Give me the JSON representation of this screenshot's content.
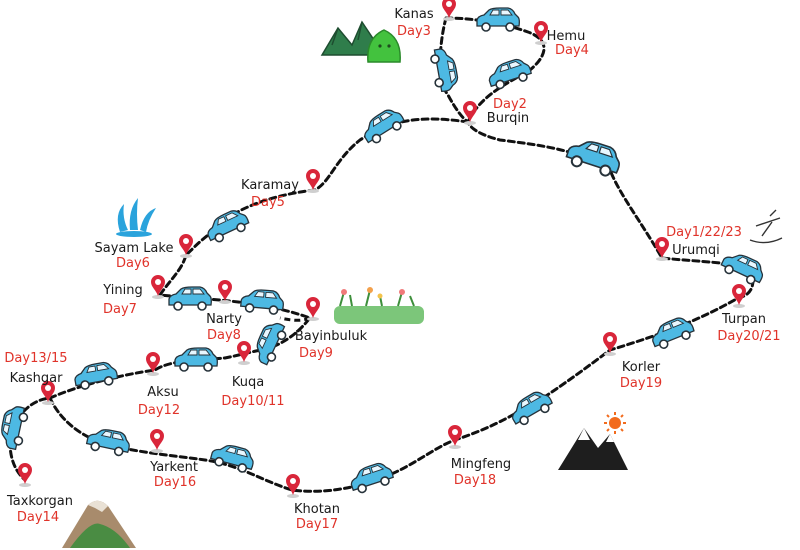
{
  "map": {
    "stops": [
      {
        "name": "Kanas",
        "day": "Day3"
      },
      {
        "name": "Hemu",
        "day": "Day4"
      },
      {
        "name": "Burqin",
        "day": "Day2"
      },
      {
        "name": "Urumqi",
        "day": "Day1/22/23"
      },
      {
        "name": "Karamay",
        "day": "Day5"
      },
      {
        "name": "Sayam Lake",
        "day": "Day6"
      },
      {
        "name": "Yining",
        "day": "Day7"
      },
      {
        "name": "Narty",
        "day": "Day8"
      },
      {
        "name": "Bayinbuluk",
        "day": "Day9"
      },
      {
        "name": "Turpan",
        "day": "Day20/21"
      },
      {
        "name": "Korler",
        "day": "Day19"
      },
      {
        "name": "Kuqa",
        "day": "Day10/11"
      },
      {
        "name": "Aksu",
        "day": "Day12"
      },
      {
        "name": "Kashgar",
        "day": "Day13/15"
      },
      {
        "name": "Taxkorgan",
        "day": "Day14"
      },
      {
        "name": "Yarkent",
        "day": "Day16"
      },
      {
        "name": "Khotan",
        "day": "Day17"
      },
      {
        "name": "Mingfeng",
        "day": "Day18"
      }
    ],
    "colors": {
      "pin": "#d9263a",
      "route": "#111111",
      "car": "#4db9e3",
      "day_text": "#e0332a"
    },
    "icons": [
      "map-pin-icon",
      "car-icon",
      "mountain-icon",
      "fountain-icon",
      "flowers-icon",
      "airplane-icon",
      "sun-icon",
      "desert-mountain-icon",
      "green-hills-icon"
    ]
  }
}
